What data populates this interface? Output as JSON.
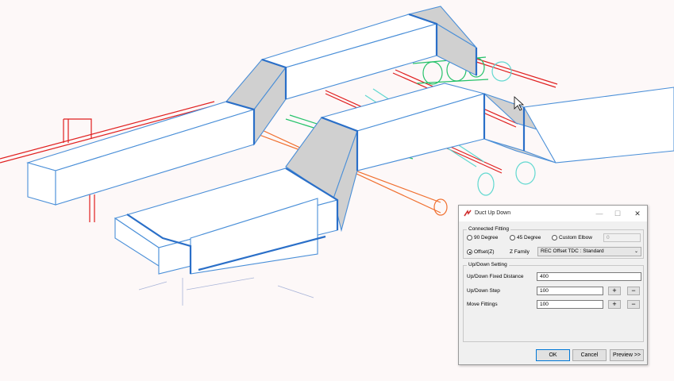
{
  "dialog": {
    "title": "Duct Up Down",
    "connected_fitting": {
      "group_label": "Connected Fitting",
      "options": [
        "90 Degree",
        "45 Degree",
        "Custom Elbow",
        "Offset(Z)"
      ],
      "selected": "Offset(Z)",
      "custom_elbow_value": "0",
      "z_family_label": "Z Family",
      "z_family_value": "REC Offset TDC : Standard"
    },
    "updown_setting": {
      "group_label": "Up/Down Setting",
      "fixed_distance_label": "Up/Down Fixed Distance",
      "fixed_distance_value": "400",
      "step_label": "Up/Down Step",
      "step_value": "100",
      "move_fittings_label": "Move Fittings",
      "move_fittings_value": "100",
      "plus": "+",
      "minus": "−"
    },
    "buttons": {
      "ok": "OK",
      "cancel": "Cancel",
      "preview": "Preview >>"
    },
    "window_controls": {
      "minimize": "—",
      "maximize": "☐",
      "close": "✕"
    }
  },
  "colors": {
    "duct": "#4a8fd8",
    "fitting_fill": "#d0d0d0",
    "pipe_red": "#e02020",
    "pipe_green": "#25c26a",
    "pipe_orange": "#f07030",
    "pipe_cyan": "#60d8d0"
  },
  "icons": [
    "app-logo-icon",
    "mouse-cursor-icon"
  ]
}
